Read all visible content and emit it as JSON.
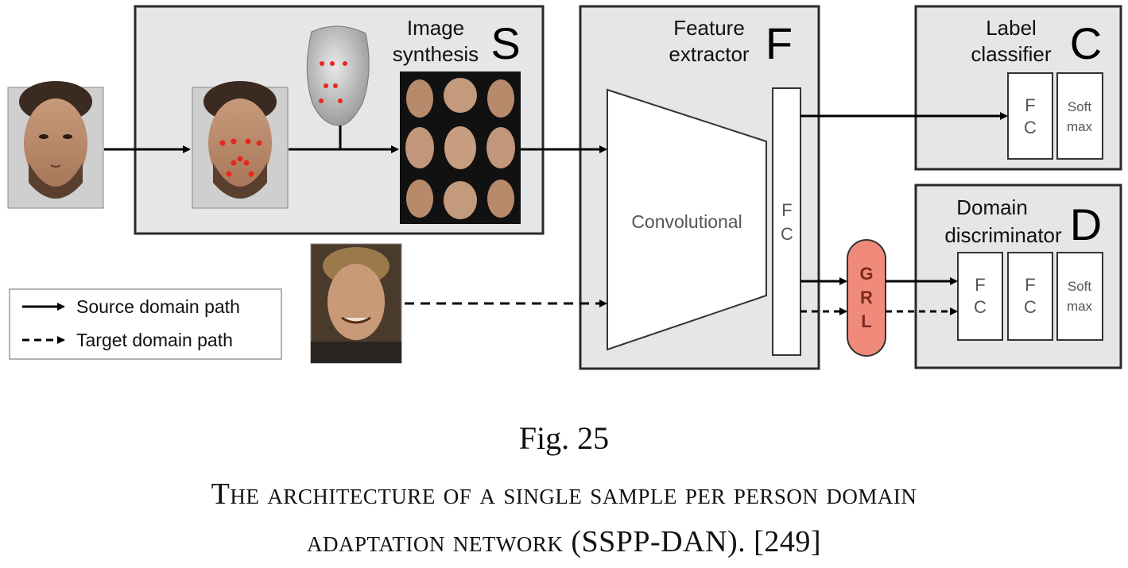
{
  "modules": {
    "synthesis": {
      "title_line1": "Image",
      "title_line2": "synthesis",
      "letter": "S"
    },
    "feature": {
      "title_line1": "Feature",
      "title_line2": "extractor",
      "letter": "F",
      "conv_label": "Convolutional",
      "fc_top": "F",
      "fc_bottom": "C"
    },
    "classifier": {
      "title_line1": "Label",
      "title_line2": "classifier",
      "letter": "C",
      "fc_top": "F",
      "fc_bottom": "C",
      "softmax_top": "Soft",
      "softmax_bottom": "max"
    },
    "discriminator": {
      "title_line1": "Domain",
      "title_line2": "discriminator",
      "letter": "D",
      "fc1_top": "F",
      "fc1_bottom": "C",
      "fc2_top": "F",
      "fc2_bottom": "C",
      "softmax_top": "Soft",
      "softmax_bottom": "max"
    }
  },
  "grl": {
    "l1": "G",
    "l2": "R",
    "l3": "L"
  },
  "legend": {
    "source": "Source domain path",
    "target": "Target domain path"
  },
  "caption": {
    "fig": "Fig. 25",
    "line1": "The architecture of a single sample per person domain",
    "line2": "adaptation network (SSPP-DAN). [249]"
  },
  "colors": {
    "module_fill": "#e6e6e8",
    "grl_fill": "#f08a7a",
    "landmark": "#e8261e"
  }
}
